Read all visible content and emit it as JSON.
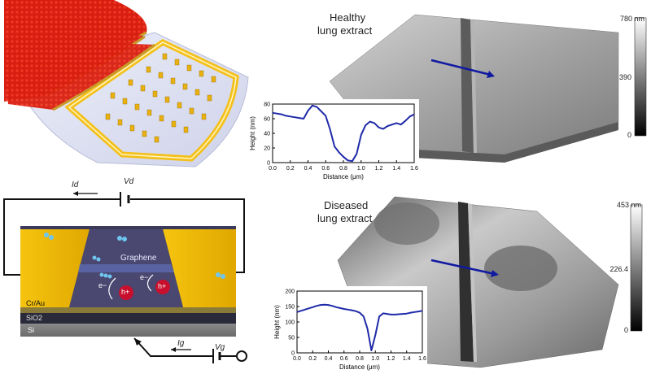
{
  "device_schematic": {
    "voltage_drain": "Vd",
    "current_drain": "Id",
    "voltage_gate": "Vg",
    "current_gate": "Ig",
    "layer_graphene": "Graphene",
    "layer_contact": "Cr/Au",
    "layer_oxide": "SiO2",
    "layer_substrate": "Si",
    "carrier_hole": "h+",
    "carrier_electron": "e−"
  },
  "afm_healthy": {
    "title_line1": "Healthy",
    "title_line2": "lung extract",
    "colorbar_max": "780 nm",
    "colorbar_mid": "390",
    "colorbar_min": "0"
  },
  "afm_diseased": {
    "title_line1": "Diseased",
    "title_line2": "lung extract",
    "colorbar_max": "453 nm",
    "colorbar_mid": "226.4",
    "colorbar_min": "0"
  },
  "chart_data": [
    {
      "type": "line",
      "xlabel": "Distance (μm)",
      "ylabel": "Height (nm)",
      "xlim": [
        0,
        1.6
      ],
      "ylim": [
        0,
        80
      ],
      "xticks": [
        "0.0",
        "0.2",
        "0.4",
        "0.6",
        "0.8",
        "1.0",
        "1.2",
        "1.4",
        "1.6"
      ],
      "yticks": [
        "0",
        "20",
        "40",
        "60",
        "80"
      ],
      "x": [
        0.0,
        0.05,
        0.1,
        0.15,
        0.2,
        0.25,
        0.3,
        0.35,
        0.4,
        0.45,
        0.5,
        0.55,
        0.6,
        0.65,
        0.7,
        0.75,
        0.8,
        0.85,
        0.9,
        0.95,
        1.0,
        1.05,
        1.1,
        1.15,
        1.2,
        1.25,
        1.3,
        1.35,
        1.4,
        1.45,
        1.5,
        1.55,
        1.6
      ],
      "series": [
        {
          "values": [
            68,
            67,
            66,
            64,
            63,
            62,
            61,
            60,
            71,
            78,
            76,
            70,
            64,
            45,
            22,
            14,
            8,
            3,
            2,
            12,
            38,
            51,
            56,
            54,
            48,
            46,
            50,
            52,
            54,
            52,
            57,
            63,
            66
          ],
          "color": "#1f2aa8"
        }
      ]
    },
    {
      "type": "line",
      "xlabel": "Distance (μm)",
      "ylabel": "Height (nm)",
      "xlim": [
        0,
        1.6
      ],
      "ylim": [
        0,
        200
      ],
      "xticks": [
        "0.0",
        "0.2",
        "0.4",
        "0.6",
        "0.8",
        "1.0",
        "1.2",
        "1.4",
        "1.6"
      ],
      "yticks": [
        "0",
        "50",
        "100",
        "150",
        "200"
      ],
      "x": [
        0.0,
        0.05,
        0.1,
        0.15,
        0.2,
        0.25,
        0.3,
        0.35,
        0.4,
        0.45,
        0.5,
        0.55,
        0.6,
        0.65,
        0.7,
        0.75,
        0.8,
        0.85,
        0.9,
        0.95,
        1.0,
        1.05,
        1.1,
        1.15,
        1.2,
        1.25,
        1.3,
        1.35,
        1.4,
        1.45,
        1.5,
        1.55,
        1.6
      ],
      "series": [
        {
          "values": [
            132,
            136,
            140,
            144,
            148,
            152,
            155,
            156,
            155,
            152,
            148,
            145,
            142,
            140,
            138,
            135,
            130,
            118,
            78,
            8,
            58,
            118,
            128,
            126,
            124,
            124,
            125,
            126,
            127,
            130,
            132,
            134,
            136
          ],
          "color": "#1f2aa8"
        }
      ]
    }
  ]
}
